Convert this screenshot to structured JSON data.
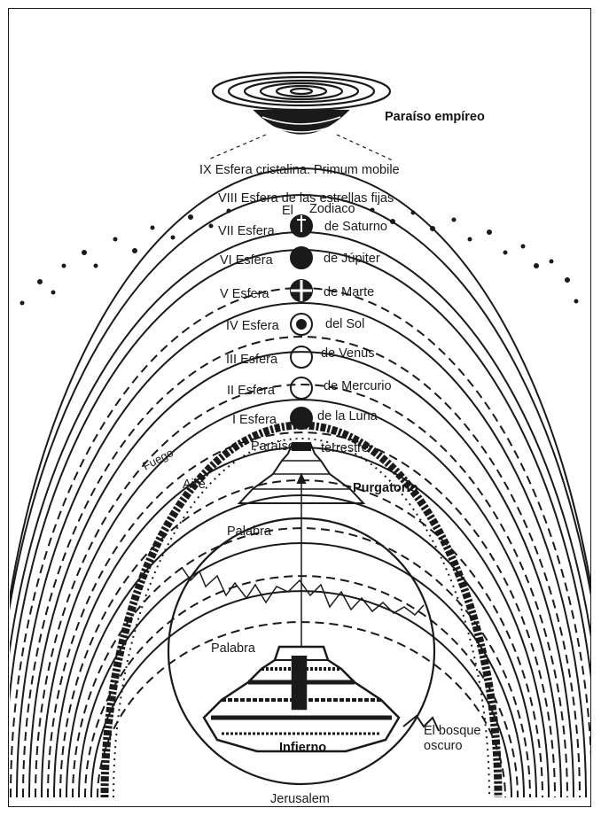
{
  "diagram": {
    "labels": {
      "empireo": "Paraíso empíreo",
      "sphere9": "IX Esfera cristalina. Primum mobile",
      "sphere8": "VIII Esfera de las estrellas fijas",
      "el": "El",
      "zodiaco": "Zodiaco",
      "s7_left": "VII Esfera",
      "s7_right": "de Saturno",
      "s6_left": "VI Esfera",
      "s6_right": "de Júpiter",
      "s5_left": "V Esfera",
      "s5_right": "de Marte",
      "s4_left": "IV Esfera",
      "s4_right": "del Sol",
      "s3_left": "III Esfera",
      "s3_right": "de Venus",
      "s2_left": "II Esfera",
      "s2_right": "de Mercurio",
      "s1_left": "I Esfera",
      "s1_right": "de la Luna",
      "fuego": "Fuego",
      "paraiso_left": "Paraíso",
      "paraiso_right": "terrestre",
      "aire": "Aire",
      "purgatorio": "Purgatorio",
      "palabra_top": "Palabra",
      "palabra_bottom": "Palabra",
      "infierno": "Infierno",
      "bosque_1": "El bosque",
      "bosque_2": "oscuro",
      "jerusalem": "Jerusalem"
    },
    "colors": {
      "ink": "#1a1a1a",
      "paper": "#ffffff"
    }
  }
}
